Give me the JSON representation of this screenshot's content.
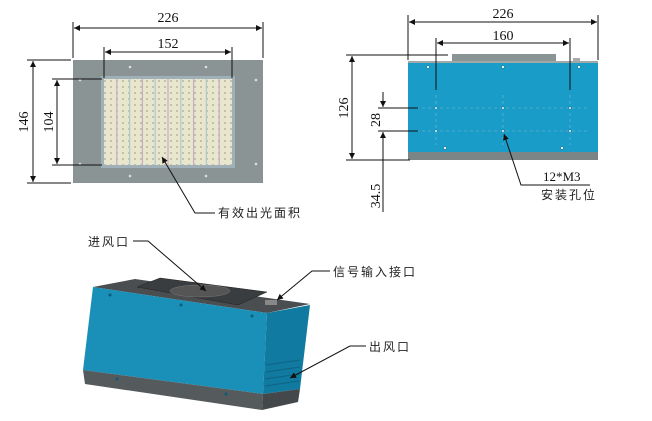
{
  "front_view": {
    "width_dim": "226",
    "led_width_dim": "152",
    "height_dim": "146",
    "led_height_dim": "104",
    "label": "有效出光面积"
  },
  "side_view": {
    "width_dim": "226",
    "hole_span_dim": "160",
    "height_dim": "126",
    "hole_pitch_dim": "28",
    "hole_offset_dim": "34.5",
    "label_line1": "12*M3",
    "label_line2": "安装孔位"
  },
  "iso_view": {
    "air_inlet_label": "进风口",
    "signal_port_label": "信号输入接口",
    "air_outlet_label": "出风口"
  },
  "colors": {
    "housing_blue": "#1a9cc8",
    "plate_gray": "#8a9494",
    "base_dark": "#555a5c"
  }
}
